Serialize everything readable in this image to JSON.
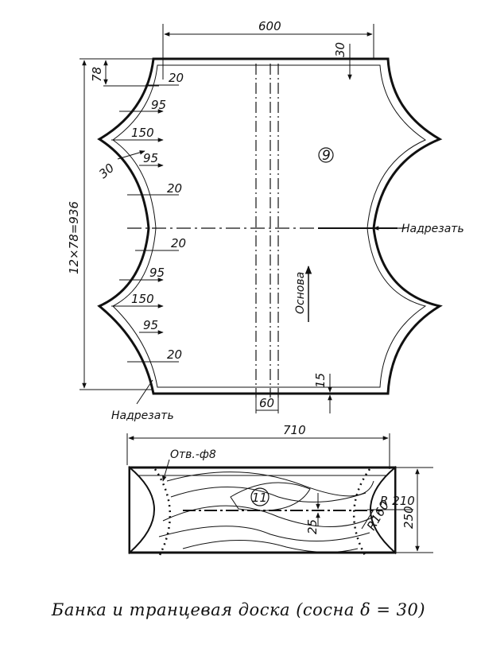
{
  "plank": {
    "dim_width": "600",
    "dim_edge_top": "30",
    "dim_edge_bottom": "15",
    "dim_height": "12×78=936",
    "dim_step": "78",
    "dim_center_gap": "60",
    "notch_dims": [
      "20",
      "95",
      "150",
      "95",
      "20",
      "20",
      "95",
      "150",
      "95",
      "20"
    ],
    "dim_bevel": "30",
    "part_number": "9",
    "grain_label": "Основа",
    "cut_label_right": "Надрезать",
    "cut_label_bottom": "Надрезать"
  },
  "transom": {
    "dim_width": "710",
    "hole_label": "Отв.-ф8",
    "part_number": "11",
    "dim_r210": "R 210",
    "dim_r160": "R160",
    "dim_25": "25",
    "dim_250": "250"
  },
  "caption": "Банка и транцевая доска (сосна δ = 30)"
}
